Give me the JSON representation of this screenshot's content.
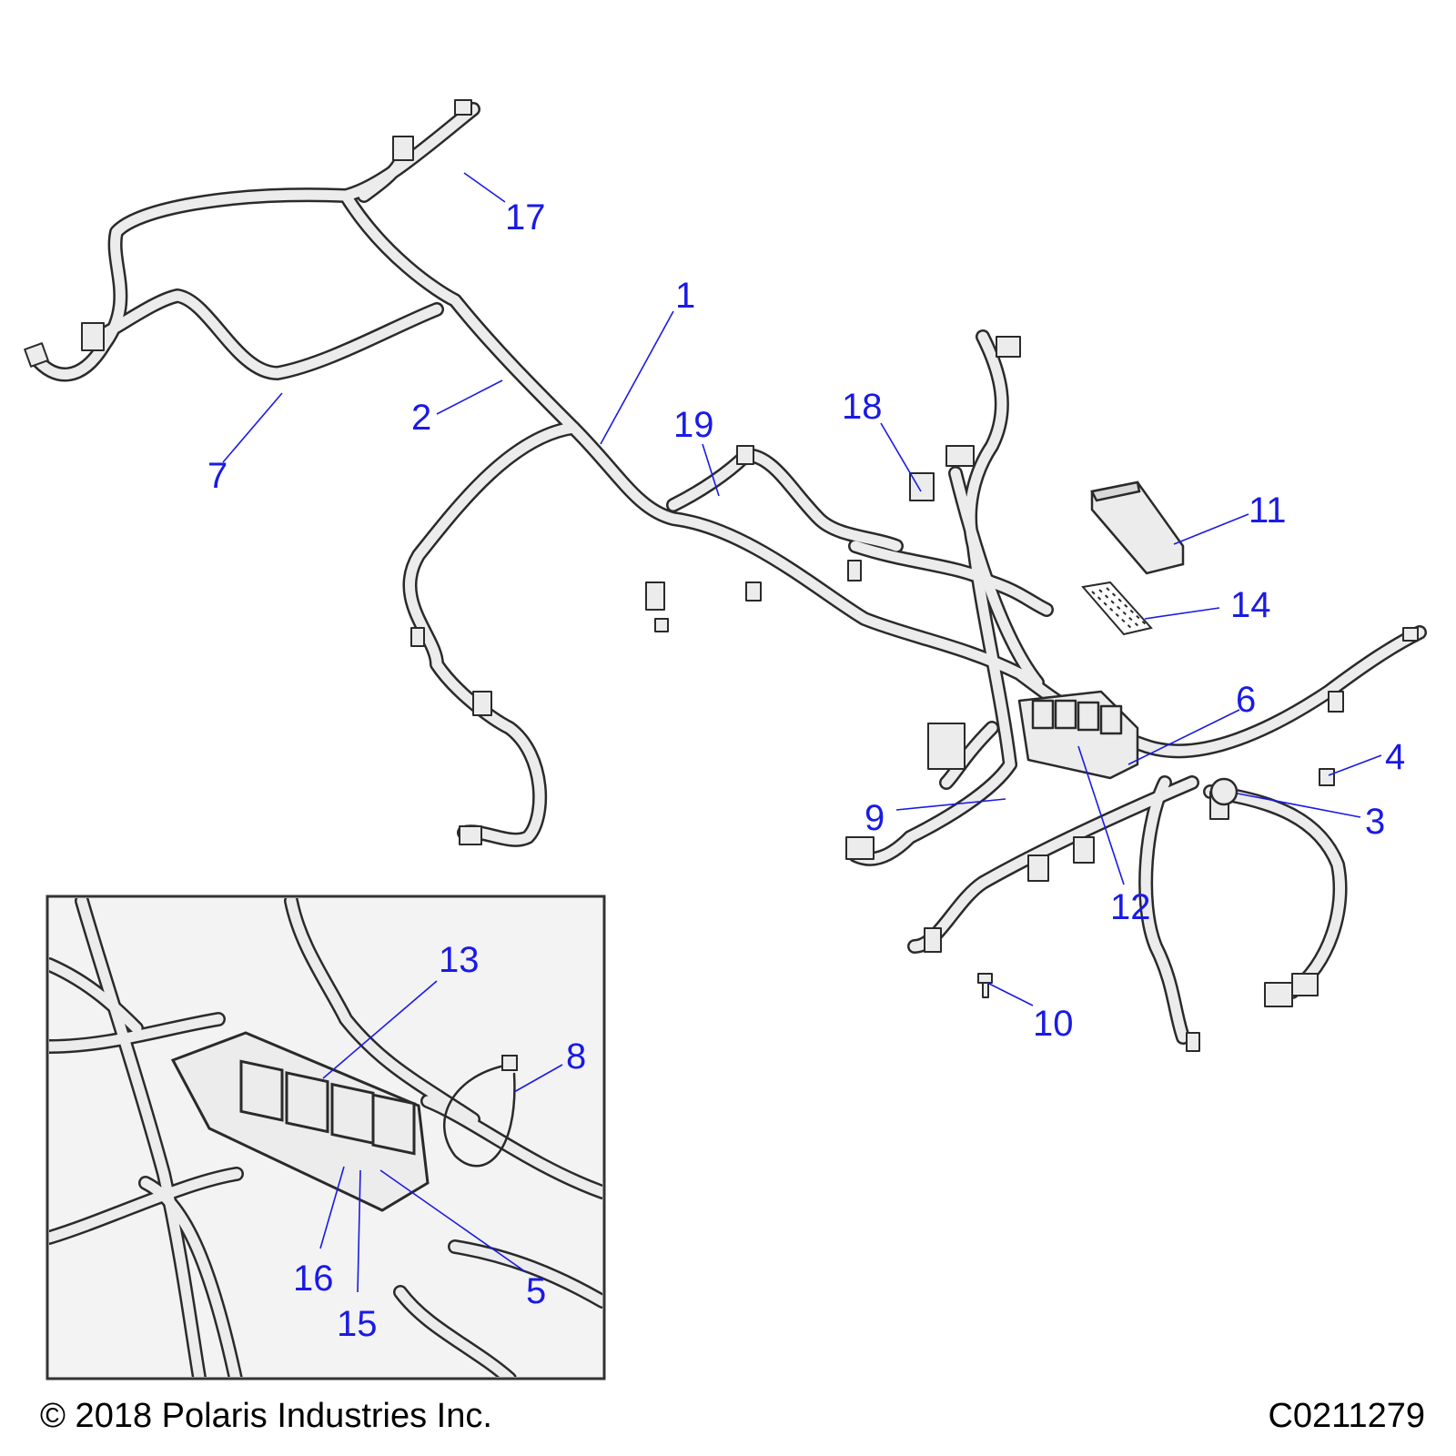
{
  "colors": {
    "callout": "#1a1ae6",
    "leader": "#1a1ae6",
    "harness_outline": "#2a2a2a",
    "harness_fill": "#ececec",
    "inset_border": "#333333",
    "inset_background": "#f3f3f3"
  },
  "callouts": {
    "n1": "1",
    "n2": "2",
    "n3": "3",
    "n4": "4",
    "n5": "5",
    "n6": "6",
    "n7": "7",
    "n8": "8",
    "n9": "9",
    "n10": "10",
    "n11": "11",
    "n12": "12",
    "n13": "13",
    "n14": "14",
    "n15": "15",
    "n16": "16",
    "n17": "17",
    "n18": "18",
    "n19": "19"
  },
  "footer": {
    "copyright": "© 2018 Polaris Industries Inc.",
    "figure_id": "C0211279"
  }
}
